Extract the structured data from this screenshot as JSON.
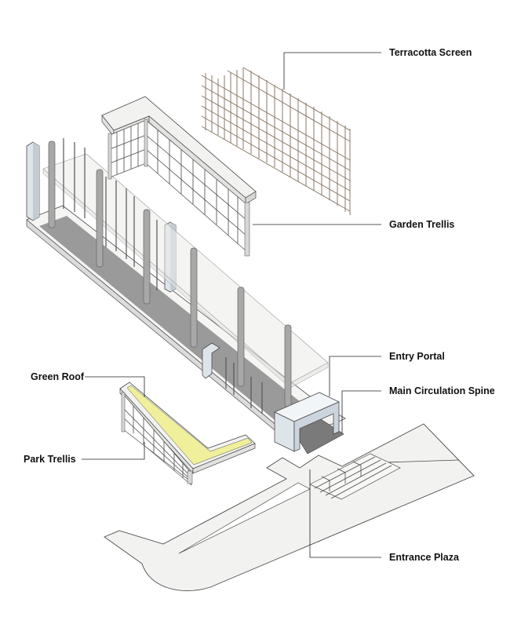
{
  "diagram": {
    "labels": {
      "terracotta_screen": "Terracotta Screen",
      "garden_trellis": "Garden Trellis",
      "entry_portal": "Entry Portal",
      "main_circulation_spine": "Main Circulation Spine",
      "green_roof": "Green Roof",
      "park_trellis": "Park Trellis",
      "entrance_plaza": "Entrance Plaza"
    },
    "colors": {
      "green_roof": "#f0ef9b",
      "spine_fill": "#9a9a9a",
      "plaza_fill": "#f2f2f0",
      "column_fill": "#a8a8a8",
      "portal_fill": "#dde4ea",
      "screen_stroke": "#8a7a68",
      "canopy_fill": "#ebebe8"
    }
  }
}
